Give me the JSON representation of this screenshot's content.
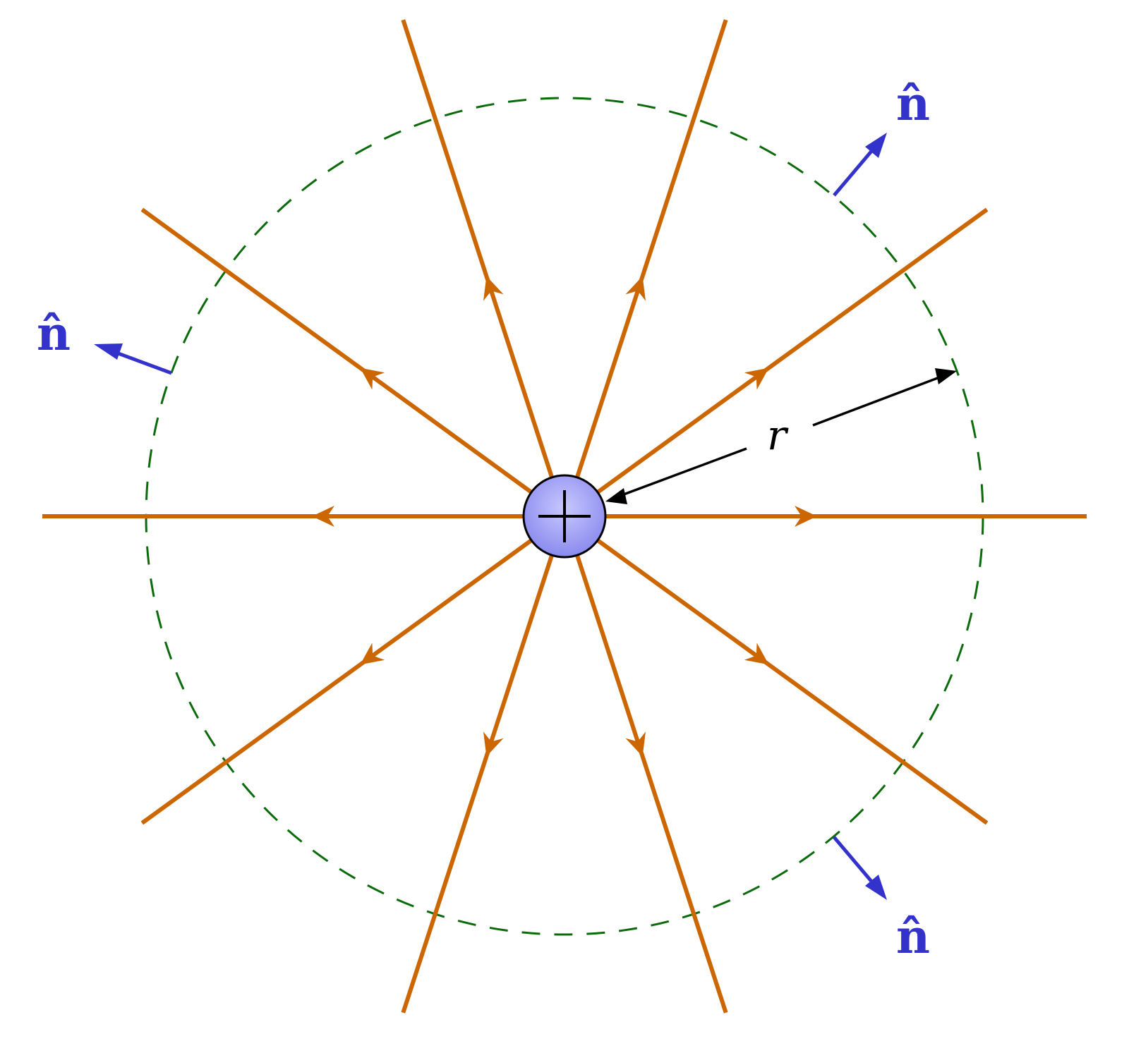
{
  "diagram": {
    "charge_symbol": "+",
    "radius_label": "r",
    "normal_label": "n̂",
    "colors": {
      "field_line": "#cc6600",
      "gaussian_surface": "#0b6b0b",
      "normal_vector": "#3333cc",
      "charge_fill_top": "#c8c8ff",
      "charge_fill_bottom": "#8a8aee",
      "charge_outline": "#000000",
      "radius_arrow": "#000000"
    },
    "field_line_count": 10,
    "field_line_direction": "outward",
    "gaussian_surface_style": "dashed",
    "normal_vector_count": 3
  }
}
